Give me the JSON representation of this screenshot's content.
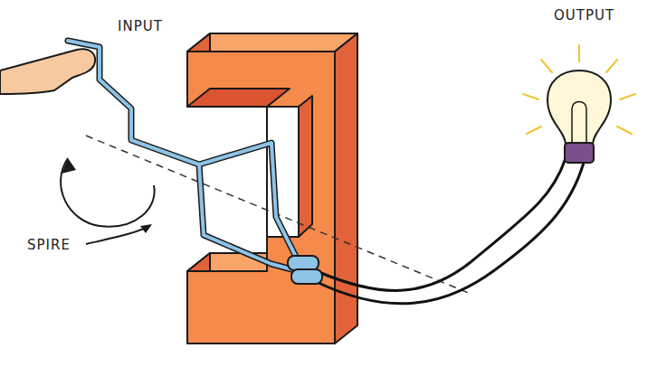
{
  "diagram": {
    "labels": [
      "INPUT",
      "OUTPUT",
      "SPIRE"
    ]
  }
}
